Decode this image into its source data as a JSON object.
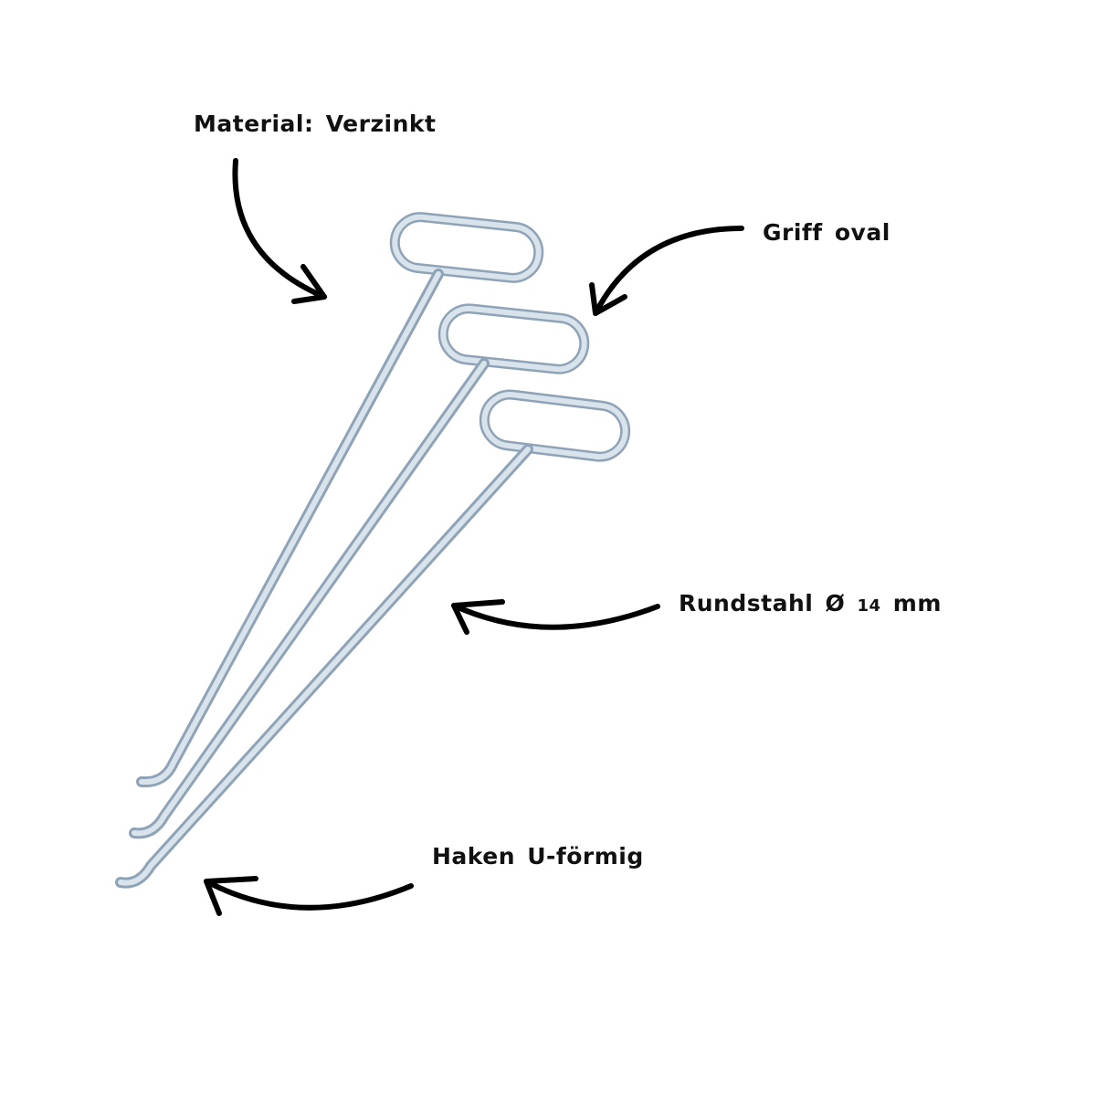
{
  "labels": {
    "material": "Material: Verzinkt",
    "handle": "Griff oval",
    "rod_prefix": "Rundstahl Ø",
    "rod_number": "14",
    "rod_unit": "mm",
    "hook": "Haken U-förmig"
  },
  "colors": {
    "steel": "#c9d6e2",
    "steel_edge": "#7f93a8",
    "arrow": "#000000"
  }
}
